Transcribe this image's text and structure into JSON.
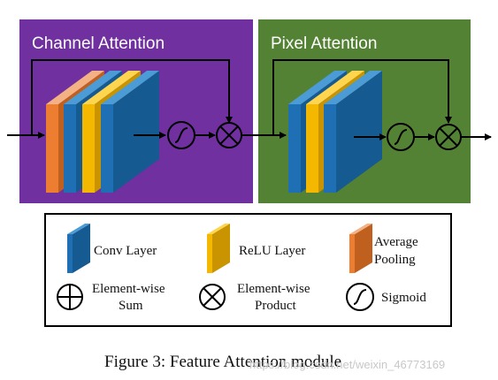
{
  "panels": {
    "channel_attention": {
      "title": "Channel Attention",
      "color": "#7030A0"
    },
    "pixel_attention": {
      "title": "Pixel Attention",
      "color": "#548235"
    }
  },
  "layer_colors": {
    "conv": {
      "front": "#1F6FB4",
      "side": "#155A91",
      "top": "#4A9BD6"
    },
    "relu": {
      "front": "#F5B800",
      "side": "#C99400",
      "top": "#FFD54F"
    },
    "pool": {
      "front": "#ED7D31",
      "side": "#C0601F",
      "top": "#F4B183"
    }
  },
  "legend": {
    "conv_label": "Conv Layer",
    "relu_label": "ReLU Layer",
    "pool_label_line1": "Average",
    "pool_label_line2": "Pooling",
    "sum_label_line1": "Element-wise",
    "sum_label_line2": "Sum",
    "product_label_line1": "Element-wise",
    "product_label_line2": "Product",
    "sigmoid_label": "Sigmoid"
  },
  "caption": "Figure 3:  Feature Attention module",
  "watermark": "https://blog.csdn.net/weixin_46773169"
}
